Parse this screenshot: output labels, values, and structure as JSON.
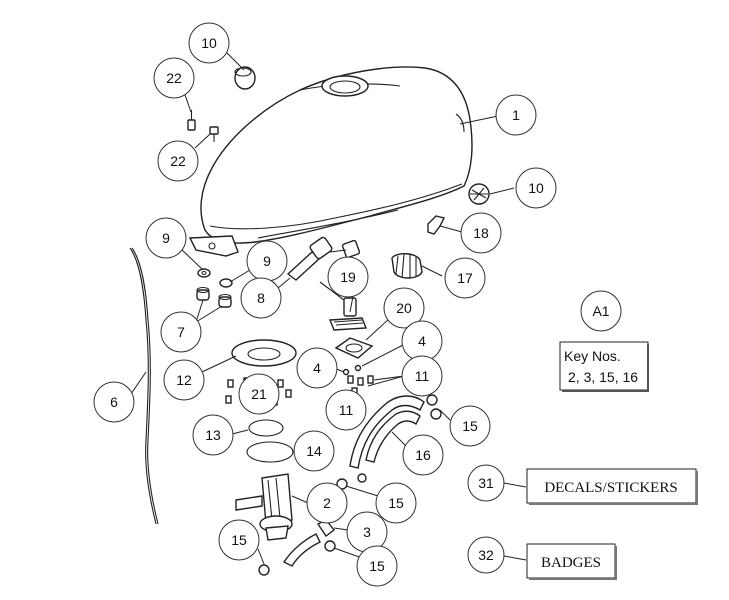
{
  "callouts": [
    {
      "id": "c10a",
      "label": "10"
    },
    {
      "id": "c22a",
      "label": "22"
    },
    {
      "id": "c22b",
      "label": "22"
    },
    {
      "id": "c1",
      "label": "1"
    },
    {
      "id": "c10b",
      "label": "10"
    },
    {
      "id": "c18",
      "label": "18"
    },
    {
      "id": "c9a",
      "label": "9"
    },
    {
      "id": "c9b",
      "label": "9"
    },
    {
      "id": "c8",
      "label": "8"
    },
    {
      "id": "c19",
      "label": "19"
    },
    {
      "id": "c17",
      "label": "17"
    },
    {
      "id": "c20",
      "label": "20"
    },
    {
      "id": "c7",
      "label": "7"
    },
    {
      "id": "cA1",
      "label": "A1"
    },
    {
      "id": "c4a",
      "label": "4"
    },
    {
      "id": "c4b",
      "label": "4"
    },
    {
      "id": "c12",
      "label": "12"
    },
    {
      "id": "c11a",
      "label": "11"
    },
    {
      "id": "c11b",
      "label": "11"
    },
    {
      "id": "c6",
      "label": "6"
    },
    {
      "id": "c21",
      "label": "21"
    },
    {
      "id": "c15a",
      "label": "15"
    },
    {
      "id": "c13",
      "label": "13"
    },
    {
      "id": "c16",
      "label": "16"
    },
    {
      "id": "c14",
      "label": "14"
    },
    {
      "id": "c31",
      "label": "31"
    },
    {
      "id": "c2",
      "label": "2"
    },
    {
      "id": "c15b",
      "label": "15"
    },
    {
      "id": "c3",
      "label": "3"
    },
    {
      "id": "c15c",
      "label": "15"
    },
    {
      "id": "c32",
      "label": "32"
    },
    {
      "id": "c15d",
      "label": "15"
    }
  ],
  "key_nos": {
    "title": "Key Nos.",
    "values": "2, 3, 15, 16"
  },
  "decals_label": "DECALS/STICKERS",
  "badges_label": "BADGES"
}
